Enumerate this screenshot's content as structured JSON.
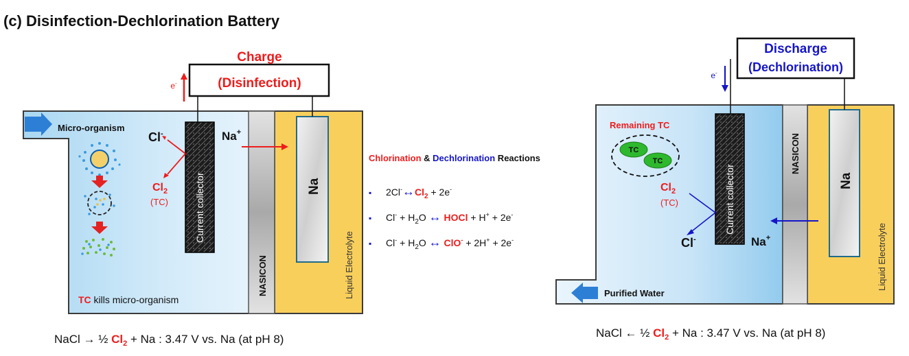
{
  "title": "(c)  Disinfection-Dechlorination Battery",
  "colors": {
    "red": "#ee1c1c",
    "blue": "#1515c8",
    "water_light": "#dceefa",
    "water_dark": "#8ec8ec",
    "electrolyte": "#f9cf5c",
    "arrow_blue": "#2d7fd6"
  },
  "left": {
    "mode_line1": "Charge",
    "mode_line2": "(Disinfection)",
    "electron": "e",
    "electron_sup": "-",
    "inlet_label": "Micro-organism",
    "cl_ion": "Cl",
    "cl_ion_sup": "-",
    "na_ion": "Na",
    "na_ion_sup": "+",
    "cl2_main": "Cl",
    "cl2_sub": "2",
    "tc_label": "(TC)",
    "collector_label": "Current collector",
    "nasicon": "NASICON",
    "na_electrode": "Na",
    "electrolyte": "Liquid Electrolyte",
    "kills_tc": "TC",
    "kills_text": " kills micro-organism",
    "eq_pre": "NaCl → ½ ",
    "eq_cl": "Cl",
    "eq_sub": "2",
    "eq_post": " + Na :  3.47 V vs. Na (at pH 8)"
  },
  "center": {
    "heading_chlorination": "Chlorination",
    "heading_amp": " & ",
    "heading_dechlorination": "Dechlorination",
    "heading_reactions": " Reactions",
    "bullet": "▪",
    "arrow": "↔",
    "r1_lhs": "2Cl",
    "r1_lhs_sup": "-",
    "r1_prod": "Cl",
    "r1_prod_sub": "2",
    "r1_rhs": " + 2e",
    "r1_rhs_sup": "-",
    "r2_lhs": "Cl",
    "r2_lhs_sup": "-",
    "r2_h2o_a": " + H",
    "r2_h2o_sub": "2",
    "r2_h2o_b": "O ",
    "r2_prod": "HOCl",
    "r2_rhs_a": " + H",
    "r2_rhs_sup1": "+",
    "r2_rhs_b": " + 2e",
    "r2_rhs_sup2": "-",
    "r3_lhs": "Cl",
    "r3_lhs_sup": "-",
    "r3_h2o_a": " + H",
    "r3_h2o_sub": "2",
    "r3_h2o_b": "O ",
    "r3_prod": "ClO",
    "r3_prod_sup": "-",
    "r3_rhs_a": " + 2H",
    "r3_rhs_sup1": "+",
    "r3_rhs_b": " + 2e",
    "r3_rhs_sup2": "-"
  },
  "right": {
    "mode_line1": "Discharge",
    "mode_line2": "(Dechlorination)",
    "electron": "e",
    "electron_sup": "-",
    "remaining": "Remaining TC",
    "tc": "TC",
    "cl2_main": "Cl",
    "cl2_sub": "2",
    "tc_label": "(TC)",
    "cl_ion": "Cl",
    "cl_ion_sup": "-",
    "na_ion": "Na",
    "na_ion_sup": "+",
    "collector_label": "Current collector",
    "nasicon": "NASICON",
    "na_electrode": "Na",
    "electrolyte": "Liquid Electrolyte",
    "outlet_label": "Purified Water",
    "eq_pre": "NaCl ← ½ ",
    "eq_cl": "Cl",
    "eq_sub": "2",
    "eq_post": " + Na :  3.47 V vs. Na (at pH 8)"
  }
}
